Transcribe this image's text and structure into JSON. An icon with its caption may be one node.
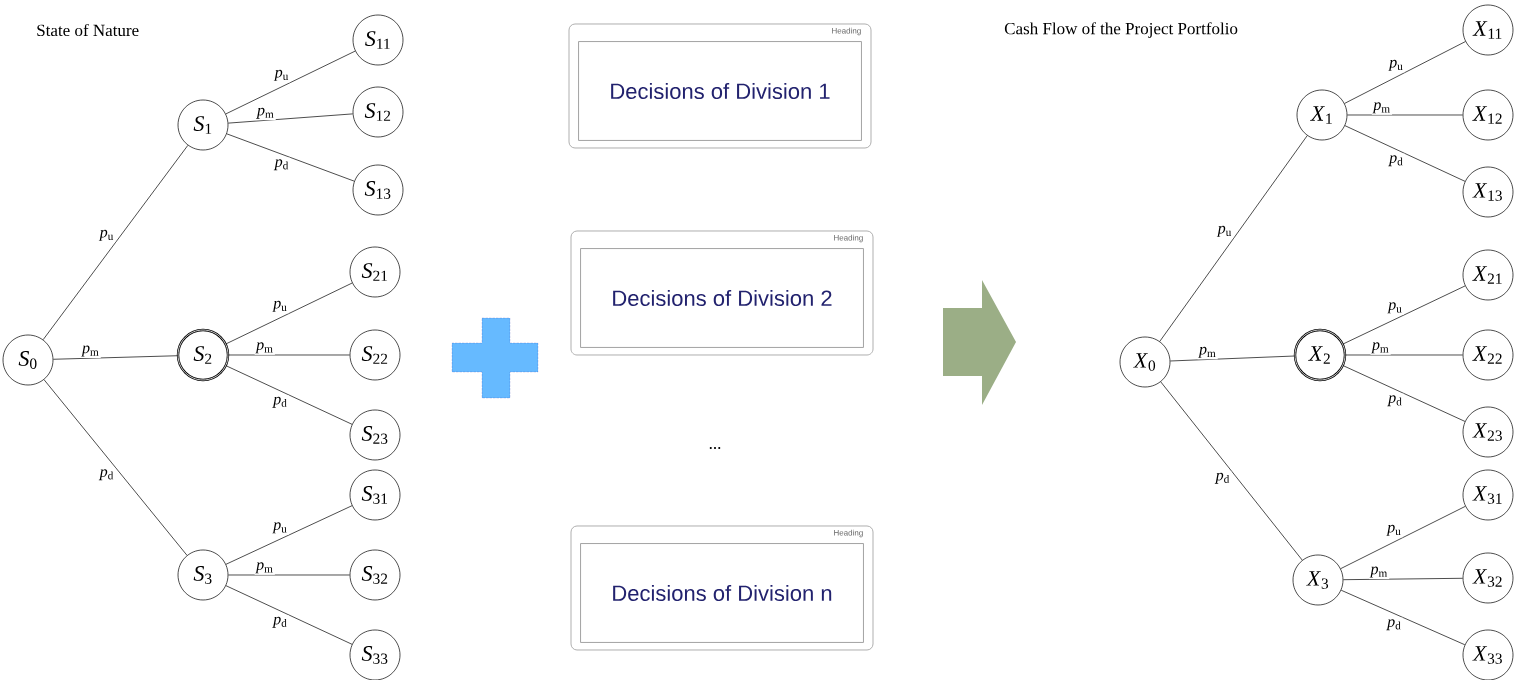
{
  "diagram": {
    "nodes": [
      {
        "text": [
          "*S*$_{0}$"
        ]
      },
      {
        "text": [
          "*S*$_{1}$"
        ]
      },
      {
        "text": [
          "*S*$_{2}$"
        ]
      },
      {
        "text": [
          "*S*$_{3}$"
        ]
      },
      {
        "text": [
          "*S*$_{11}$"
        ]
      },
      {
        "text": [
          "*S*$_{12}$"
        ]
      },
      {
        "text": [
          "*S*$_{13}$"
        ]
      },
      {
        "text": [
          "*S*$_{21}$"
        ]
      },
      {
        "text": [
          "*S*$_{22}$"
        ]
      },
      {
        "text": [
          "*S*$_{23}$"
        ]
      },
      {
        "text": [
          "*S*$_{31}$"
        ]
      },
      {
        "text": [
          "*S*$_{32}$"
        ]
      },
      {
        "text": [
          "*S*$_{33}$"
        ]
      },
      {
        "text": [
          "Heading",
          "Decisions of Division 1"
        ]
      },
      {
        "text": [
          "Heading",
          "Decisions of Division 2"
        ]
      },
      {
        "text": [
          "Heading",
          "Decisions of Division n"
        ]
      },
      {
        "text": [
          "*X*$_{0}$"
        ]
      },
      {
        "text": [
          "*X*$_{1}$"
        ]
      },
      {
        "text": [
          "*X*$_{2}$"
        ]
      },
      {
        "text": [
          "*X*$_{3}$"
        ]
      },
      {
        "text": [
          "*X*$_{11}$"
        ]
      },
      {
        "text": [
          "*X*$_{12}$"
        ]
      },
      {
        "text": [
          "*X*$_{13}$"
        ]
      },
      {
        "text": [
          "*X*$_{21}$"
        ]
      },
      {
        "text": [
          "*X*$_{22}$"
        ]
      },
      {
        "text": [
          "*X*$_{23}$"
        ]
      },
      {
        "text": [
          "*X*$_{31}$"
        ]
      },
      {
        "text": [
          "*X*$_{32}$"
        ]
      },
      {
        "text": [
          "*X*$_{33}$"
        ]
      }
    ],
    "edges": [
      {
        "from": 0,
        "to": 1,
        "arrow": "none",
        "label": "*p*$_{u}$"
      },
      {
        "from": 0,
        "to": 2,
        "arrow": "none",
        "label": "*p*$_{m}$"
      },
      {
        "from": 0,
        "to": 3,
        "arrow": "none",
        "label": "*p*$_{d}$"
      },
      {
        "from": 1,
        "to": 4,
        "arrow": "none",
        "label": "*p*$_{u}$"
      },
      {
        "from": 1,
        "to": 5,
        "arrow": "none",
        "label": "*p*$_{m}$"
      },
      {
        "from": 1,
        "to": 6,
        "arrow": "none",
        "label": "*p*$_{d}$"
      },
      {
        "from": 2,
        "to": 7,
        "arrow": "none",
        "label": "*p*$_{u}$"
      },
      {
        "from": 2,
        "to": 8,
        "arrow": "none",
        "label": "*p*$_{m}$"
      },
      {
        "from": 2,
        "to": 9,
        "arrow": "none",
        "label": "*p*$_{d}$"
      },
      {
        "from": 3,
        "to": 10,
        "arrow": "none",
        "label": "*p*$_{u}$"
      },
      {
        "from": 3,
        "to": 11,
        "arrow": "none",
        "label": "*p*$_{m}$"
      },
      {
        "from": 3,
        "to": 12,
        "arrow": "none",
        "label": "*p*$_{d}$"
      },
      {
        "from": 16,
        "to": 17,
        "arrow": "none",
        "label": "*p*$_{u}$"
      },
      {
        "from": 16,
        "to": 18,
        "arrow": "none",
        "label": "*p*$_{m}$"
      },
      {
        "from": 16,
        "to": 19,
        "arrow": "none",
        "label": "*p*$_{d}$"
      },
      {
        "from": 17,
        "to": 20,
        "arrow": "none",
        "label": "*p*$_{u}$"
      },
      {
        "from": 17,
        "to": 21,
        "arrow": "none",
        "label": "*p*$_{m}$"
      },
      {
        "from": 17,
        "to": 22,
        "arrow": "none",
        "label": "*p*$_{d}$"
      },
      {
        "from": 18,
        "to": 23,
        "arrow": "none",
        "label": "*p*$_{u}$"
      },
      {
        "from": 18,
        "to": 24,
        "arrow": "none",
        "label": "*p*$_{m}$"
      },
      {
        "from": 18,
        "to": 25,
        "arrow": "none",
        "label": "*p*$_{d}$"
      },
      {
        "from": 19,
        "to": 26,
        "arrow": "none",
        "label": "*p*$_{u}$"
      },
      {
        "from": 19,
        "to": 27,
        "arrow": "none",
        "label": "*p*$_{m}$"
      },
      {
        "from": 19,
        "to": 28,
        "arrow": "none",
        "label": "*p*$_{d}$"
      }
    ],
    "labels": [
      "State of Nature",
      "...",
      "Cash Flow of the Project Portfolio"
    ]
  }
}
